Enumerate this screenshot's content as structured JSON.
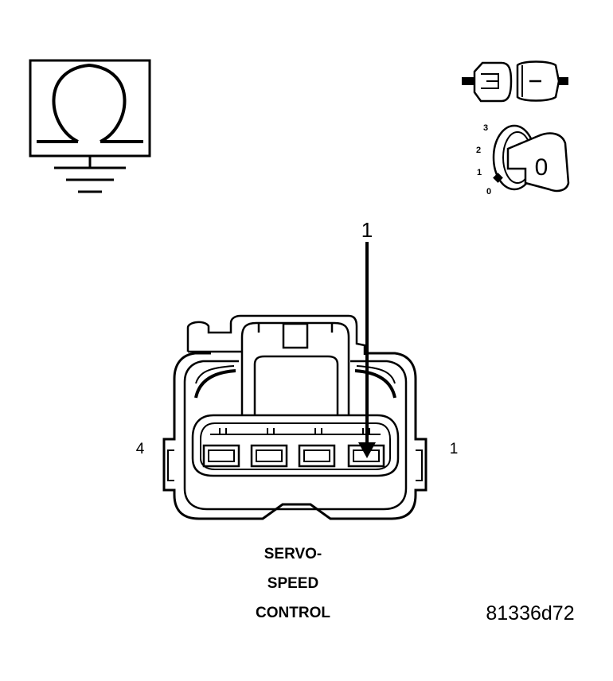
{
  "diagram": {
    "pin_left": "4",
    "pin_right": "1",
    "callout": "1",
    "caption": [
      "SERVO-",
      "SPEED",
      "CONTROL"
    ],
    "figure_id": "81336d72"
  },
  "ignition_switch": {
    "key_label": "0",
    "positions": [
      "3",
      "2",
      "1",
      "0"
    ]
  },
  "icons": {
    "meter": "ohmmeter-ground-icon",
    "connector": "disconnected-connector-icon",
    "ignition": "ignition-key-off-icon"
  }
}
